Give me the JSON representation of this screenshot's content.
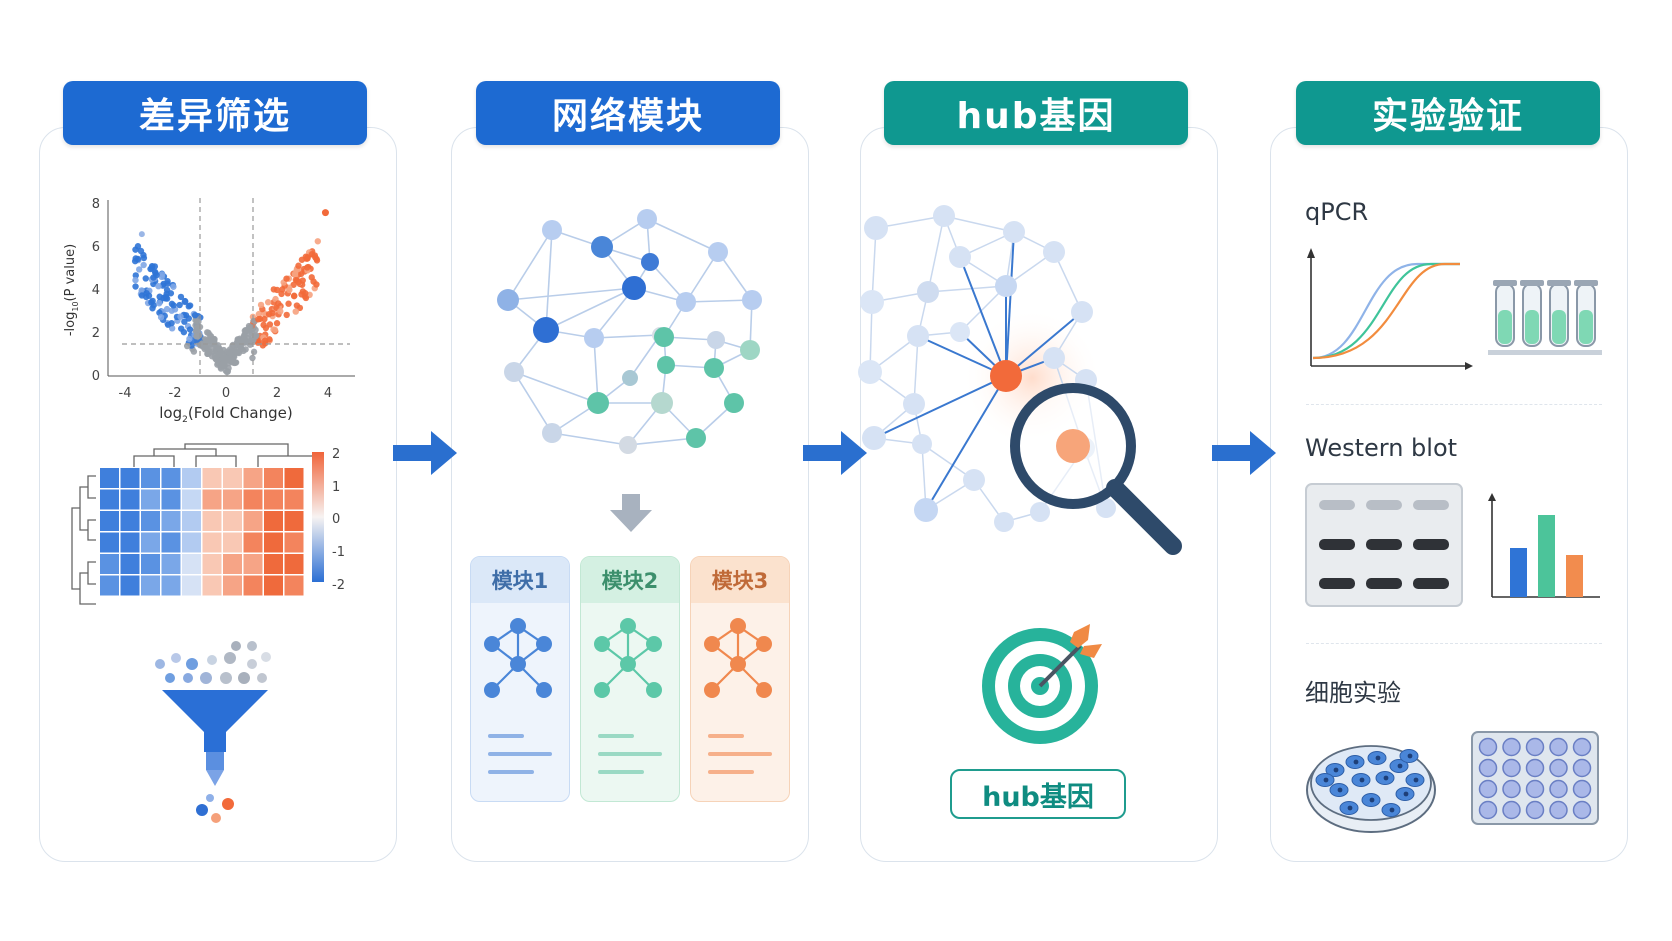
{
  "steps": [
    {
      "title": "差异筛选",
      "color": "#1d6ad2"
    },
    {
      "title": "网络模块",
      "color": "#1d6ad2"
    },
    {
      "title": "hub基因",
      "color": "#0f9890"
    },
    {
      "title": "实验验证",
      "color": "#0f9890"
    }
  ],
  "volcano": {
    "ylabel_prefix": "-log",
    "ylabel_sub": "10",
    "ylabel_suffix": "(P value)",
    "xlabel_prefix": "log",
    "xlabel_sub": "2",
    "xlabel_suffix": "(Fold Change)",
    "xticks": [
      "-4",
      "-2",
      "0",
      "2",
      "4"
    ],
    "yticks": [
      "0",
      "2",
      "4",
      "6",
      "8"
    ]
  },
  "heatmap": {
    "legend_ticks": [
      "2",
      "1",
      "0",
      "-1",
      "-2"
    ]
  },
  "modules": [
    {
      "label": "模块1",
      "color": "#4a86d8"
    },
    {
      "label": "模块2",
      "color": "#5cc8a8"
    },
    {
      "label": "模块3",
      "color": "#f0884e"
    }
  ],
  "hub_label": "hub基因",
  "validation": {
    "qpcr": "qPCR",
    "western": "Western blot",
    "cell": "细胞实验"
  },
  "colors": {
    "blue": "#1d6ad2",
    "teal": "#0f9890",
    "up": "#f26a3a",
    "down": "#2f74d6"
  }
}
